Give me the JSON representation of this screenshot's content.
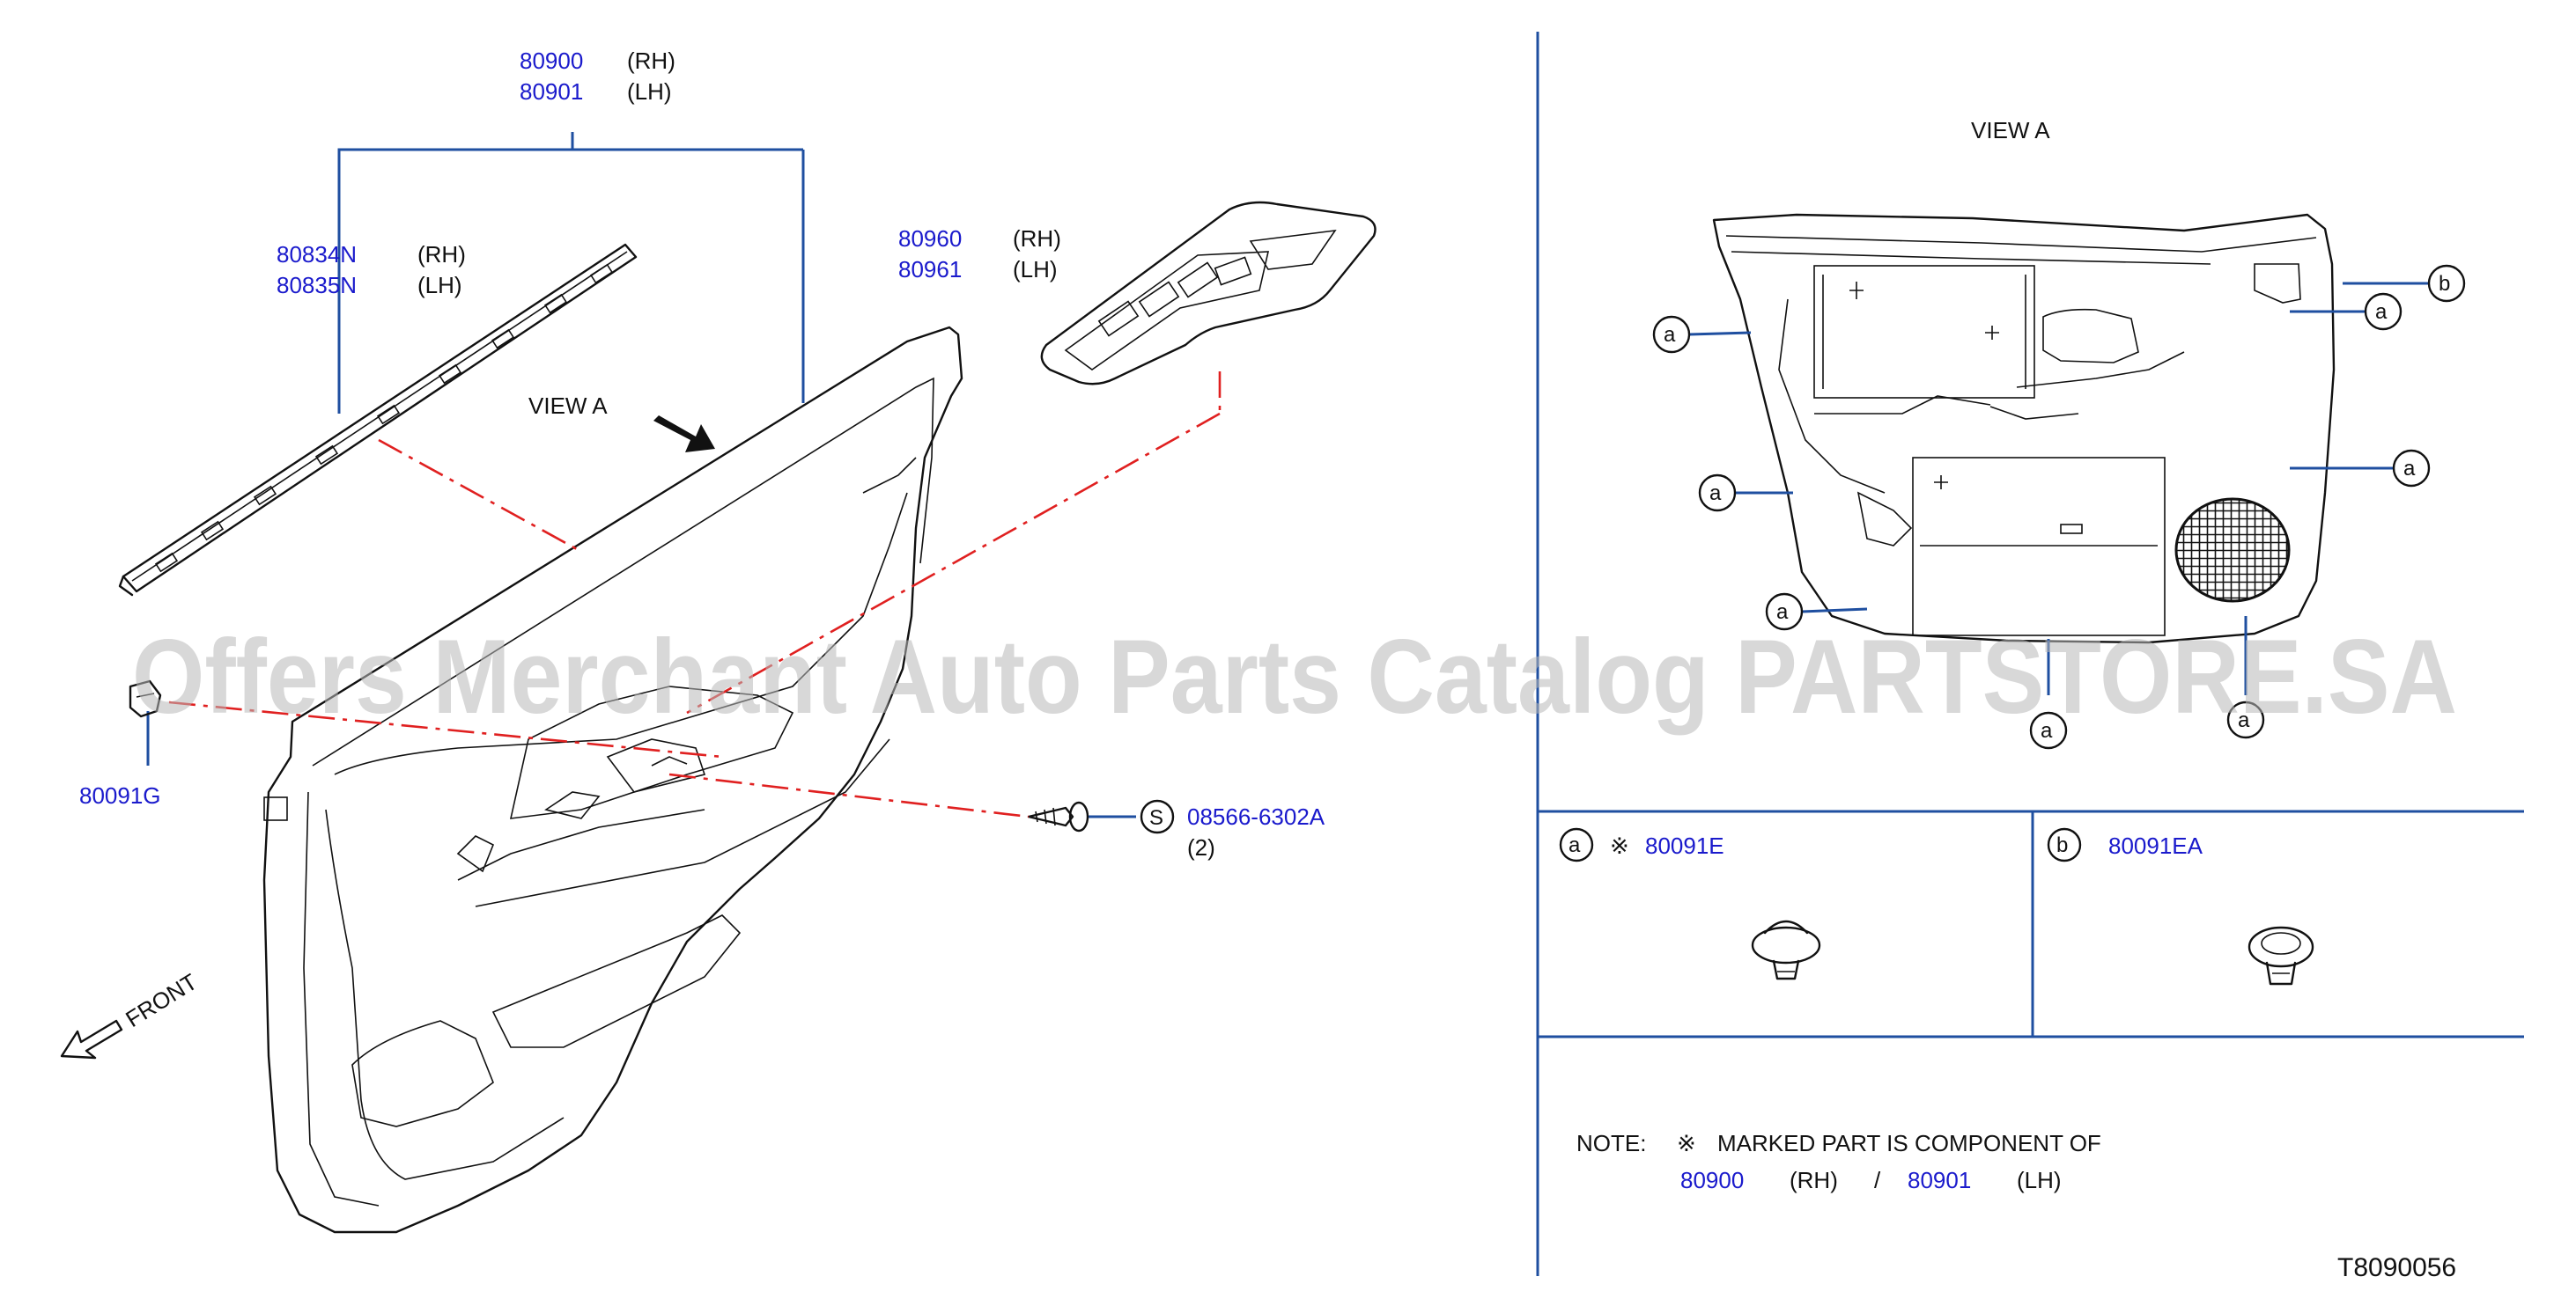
{
  "labels": {
    "p80900": "80900",
    "p80900_side": "(RH)",
    "p80901": "80901",
    "p80901_side": "(LH)",
    "p80834N": "80834N",
    "p80834N_side": "(RH)",
    "p80835N": "80835N",
    "p80835N_side": "(LH)",
    "p80960": "80960",
    "p80960_side": "(RH)",
    "p80961": "80961",
    "p80961_side": "(LH)",
    "p80091G": "80091G",
    "screw": "08566-6302A",
    "screw_qty": "(2)",
    "screw_marker": "S",
    "view_a_left": "VIEW   A",
    "view_a_right": "VIEW   A",
    "front": "FRONT",
    "clip_a_marker": "a",
    "clip_b_marker": "b",
    "p80091E": "80091E",
    "p80091EA": "80091EA",
    "mark_symbol": "※",
    "note_prefix": "NOTE:",
    "note_text": "MARKED   PART   IS   COMPONENT   OF",
    "note_rh_part": "80900",
    "note_rh": "(RH)",
    "note_sep": "/",
    "note_lh_part": "80901",
    "note_lh": "(LH)",
    "drawing_code": "T8090056"
  },
  "watermark": "Offers Merchant Auto Parts Catalog PARTSTORE.SA",
  "colors": {
    "part_number": "#1a1acc",
    "leader_line": "#1f4fa0",
    "dash_line": "#e02020",
    "ink": "#111111",
    "watermark": "#b9b9b9"
  }
}
